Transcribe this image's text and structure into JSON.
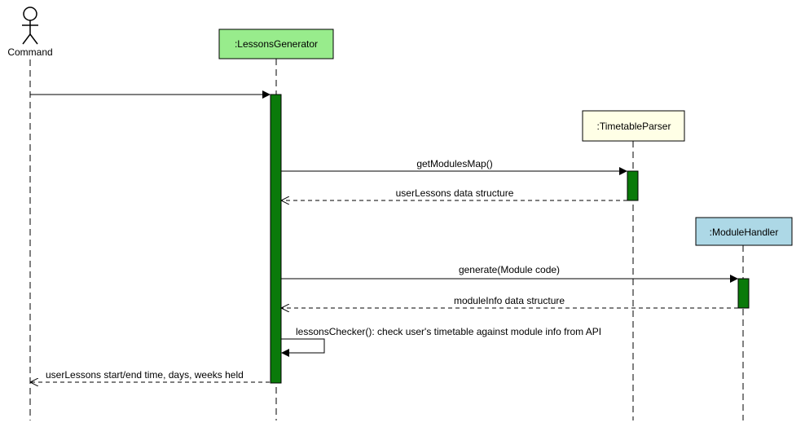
{
  "colors": {
    "lessons_generator": "#98ec8c",
    "timetable_parser": "#ffffe6",
    "module_handler": "#add8e6",
    "activation": "#0a7a0a"
  },
  "actor": {
    "name": "Command",
    "icon": "stick-figure-icon"
  },
  "participants": {
    "lessons_generator": ":LessonsGenerator",
    "timetable_parser": ":TimetableParser",
    "module_handler": ":ModuleHandler"
  },
  "messages": {
    "get_modules_map": "getModulesMap()",
    "user_lessons_struct": "userLessons data structure",
    "generate": "generate(Module code)",
    "module_info_struct": "moduleInfo data structure",
    "lessons_checker": "lessonsChecker(): check user's timetable against module info from API",
    "user_lessons_return": "userLessons start/end time, days, weeks held"
  }
}
